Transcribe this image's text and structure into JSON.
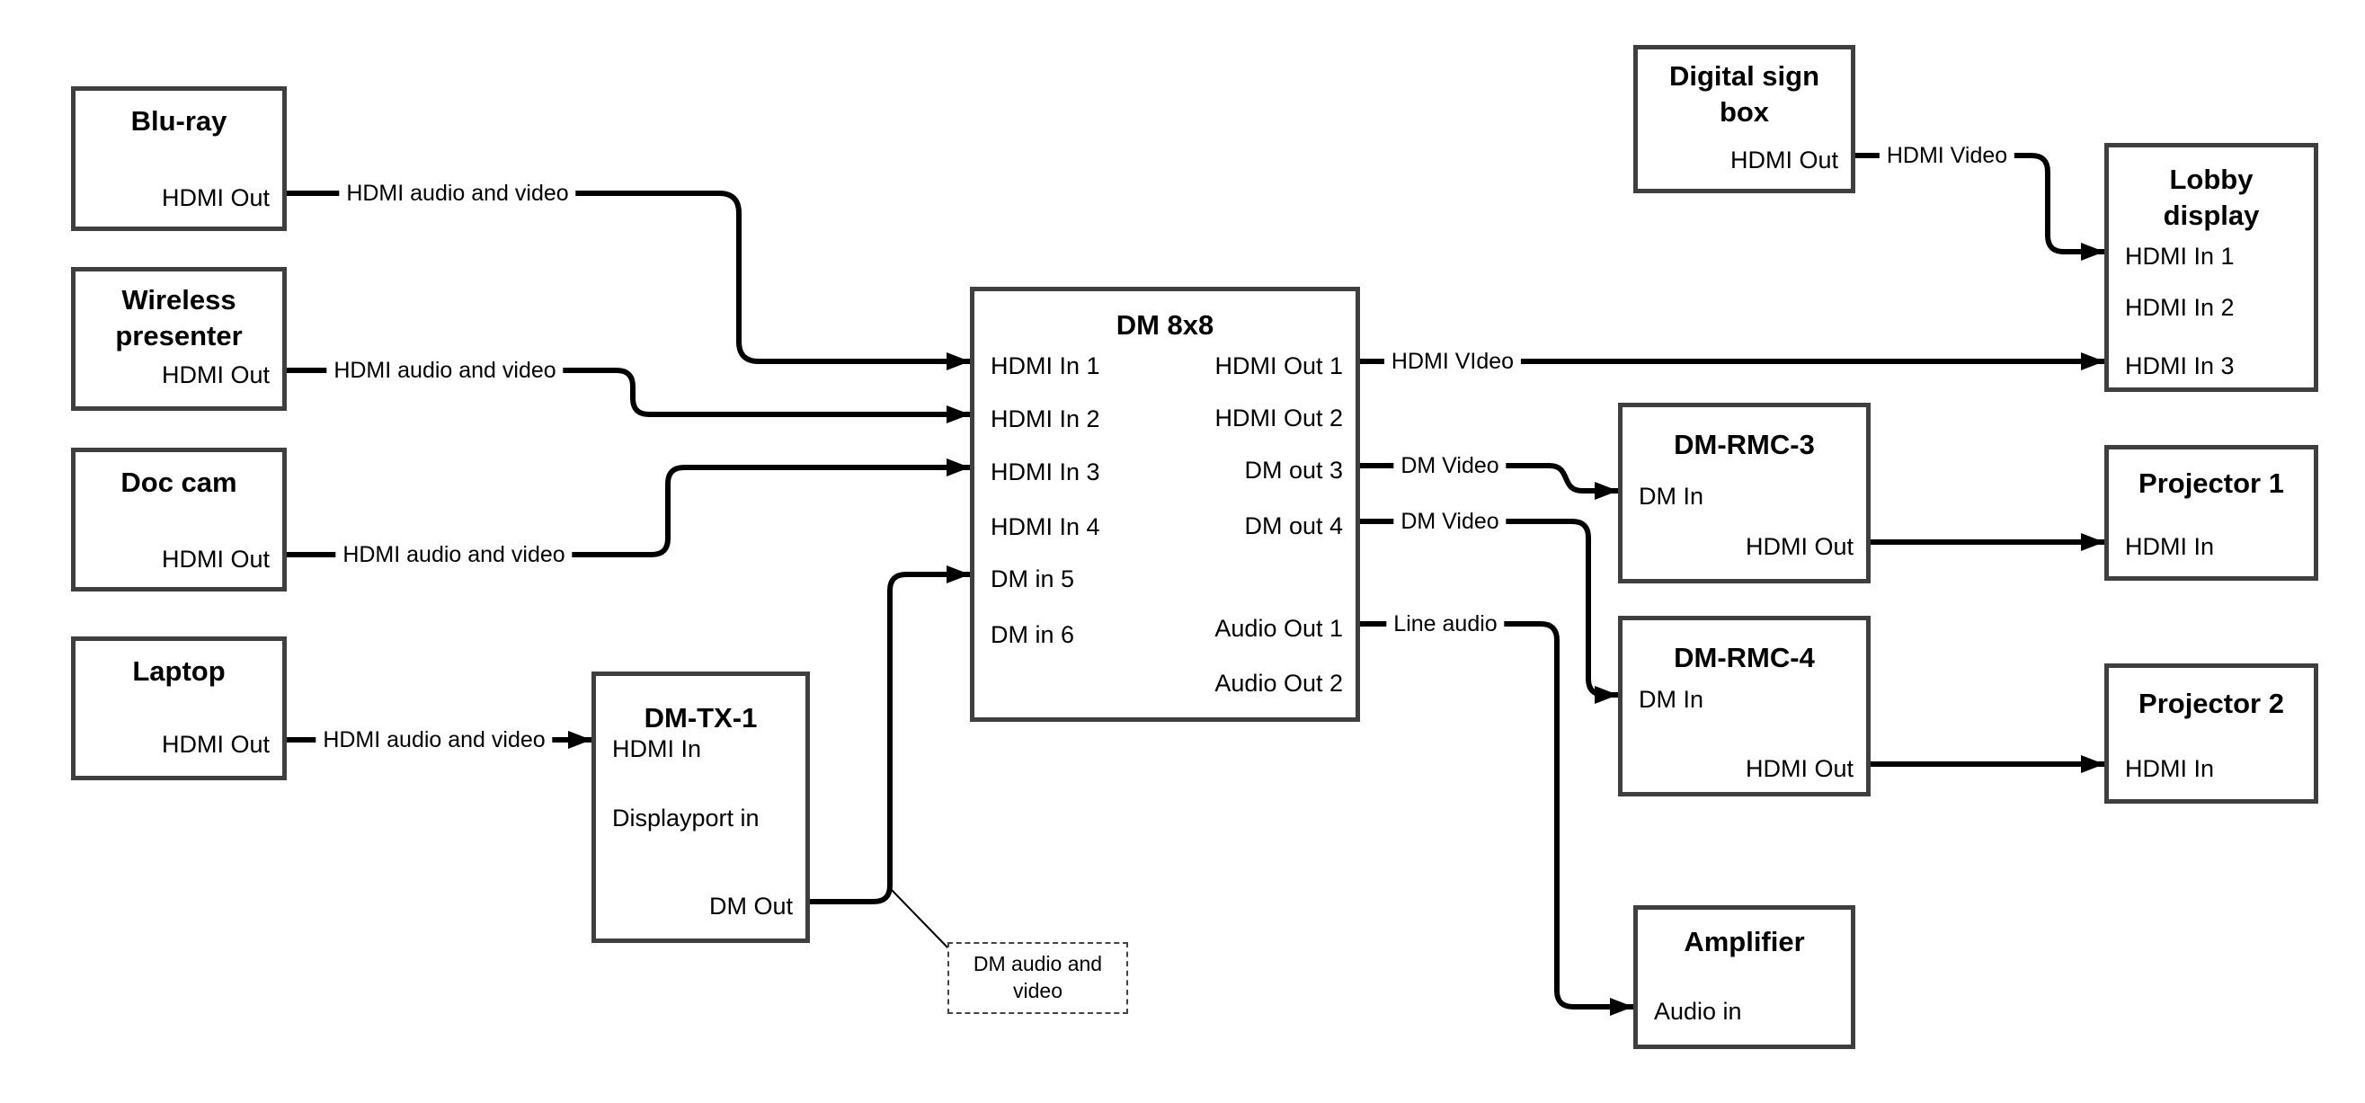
{
  "diagram": {
    "background_color": "#ffffff",
    "wire_color": "#000000",
    "box_border_color": "#3f3f3f",
    "nodes": {
      "bluray": {
        "title": "Blu-ray",
        "ports": {
          "hdmi_out": "HDMI Out"
        }
      },
      "wireless_presenter": {
        "title": "Wireless presenter",
        "ports": {
          "hdmi_out": "HDMI Out"
        }
      },
      "doc_cam": {
        "title": "Doc cam",
        "ports": {
          "hdmi_out": "HDMI Out"
        }
      },
      "laptop": {
        "title": "Laptop",
        "ports": {
          "hdmi_out": "HDMI Out"
        }
      },
      "dm_tx_1": {
        "title": "DM-TX-1",
        "ports": {
          "hdmi_in": "HDMI In",
          "displayport_in": "Displayport in",
          "dm_out": "DM Out"
        }
      },
      "dm_8x8": {
        "title": "DM 8x8",
        "ports": {
          "hdmi_in_1": "HDMI In 1",
          "hdmi_in_2": "HDMI In 2",
          "hdmi_in_3": "HDMI In 3",
          "hdmi_in_4": "HDMI In 4",
          "dm_in_5": "DM in 5",
          "dm_in_6": "DM in 6",
          "hdmi_out_1": "HDMI Out 1",
          "hdmi_out_2": "HDMI Out 2",
          "dm_out_3": "DM out 3",
          "dm_out_4": "DM out 4",
          "audio_out_1": "Audio Out 1",
          "audio_out_2": "Audio Out 2"
        }
      },
      "digital_sign_box": {
        "title": "Digital sign box",
        "ports": {
          "hdmi_out": "HDMI Out"
        }
      },
      "lobby_display": {
        "title": "Lobby display",
        "ports": {
          "hdmi_in_1": "HDMI In 1",
          "hdmi_in_2": "HDMI In 2",
          "hdmi_in_3": "HDMI In 3"
        }
      },
      "dm_rmc_3": {
        "title": "DM-RMC-3",
        "ports": {
          "dm_in": "DM In",
          "hdmi_out": "HDMI Out"
        }
      },
      "projector_1": {
        "title": "Projector 1",
        "ports": {
          "hdmi_in": "HDMI In"
        }
      },
      "dm_rmc_4": {
        "title": "DM-RMC-4",
        "ports": {
          "dm_in": "DM In",
          "hdmi_out": "HDMI Out"
        }
      },
      "projector_2": {
        "title": "Projector 2",
        "ports": {
          "hdmi_in": "HDMI In"
        }
      },
      "amplifier": {
        "title": "Amplifier",
        "ports": {
          "audio_in": "Audio in"
        }
      }
    },
    "wire_labels": {
      "bluray_to_dm8x8": "HDMI audio and video",
      "wireless_to_dm8x8": "HDMI audio and video",
      "doccam_to_dm8x8": "HDMI audio and video",
      "laptop_to_dmtx1": "HDMI audio and video",
      "dm8x8_out1_to_lobby": "HDMI VIdeo",
      "dm8x8_out3_to_rmc3": "DM Video",
      "dm8x8_out4_to_rmc4": "DM Video",
      "dm8x8_audio1_to_amp": "Line audio",
      "digisign_to_lobby": "HDMI Video"
    },
    "note": {
      "text": "DM audio and video"
    }
  }
}
